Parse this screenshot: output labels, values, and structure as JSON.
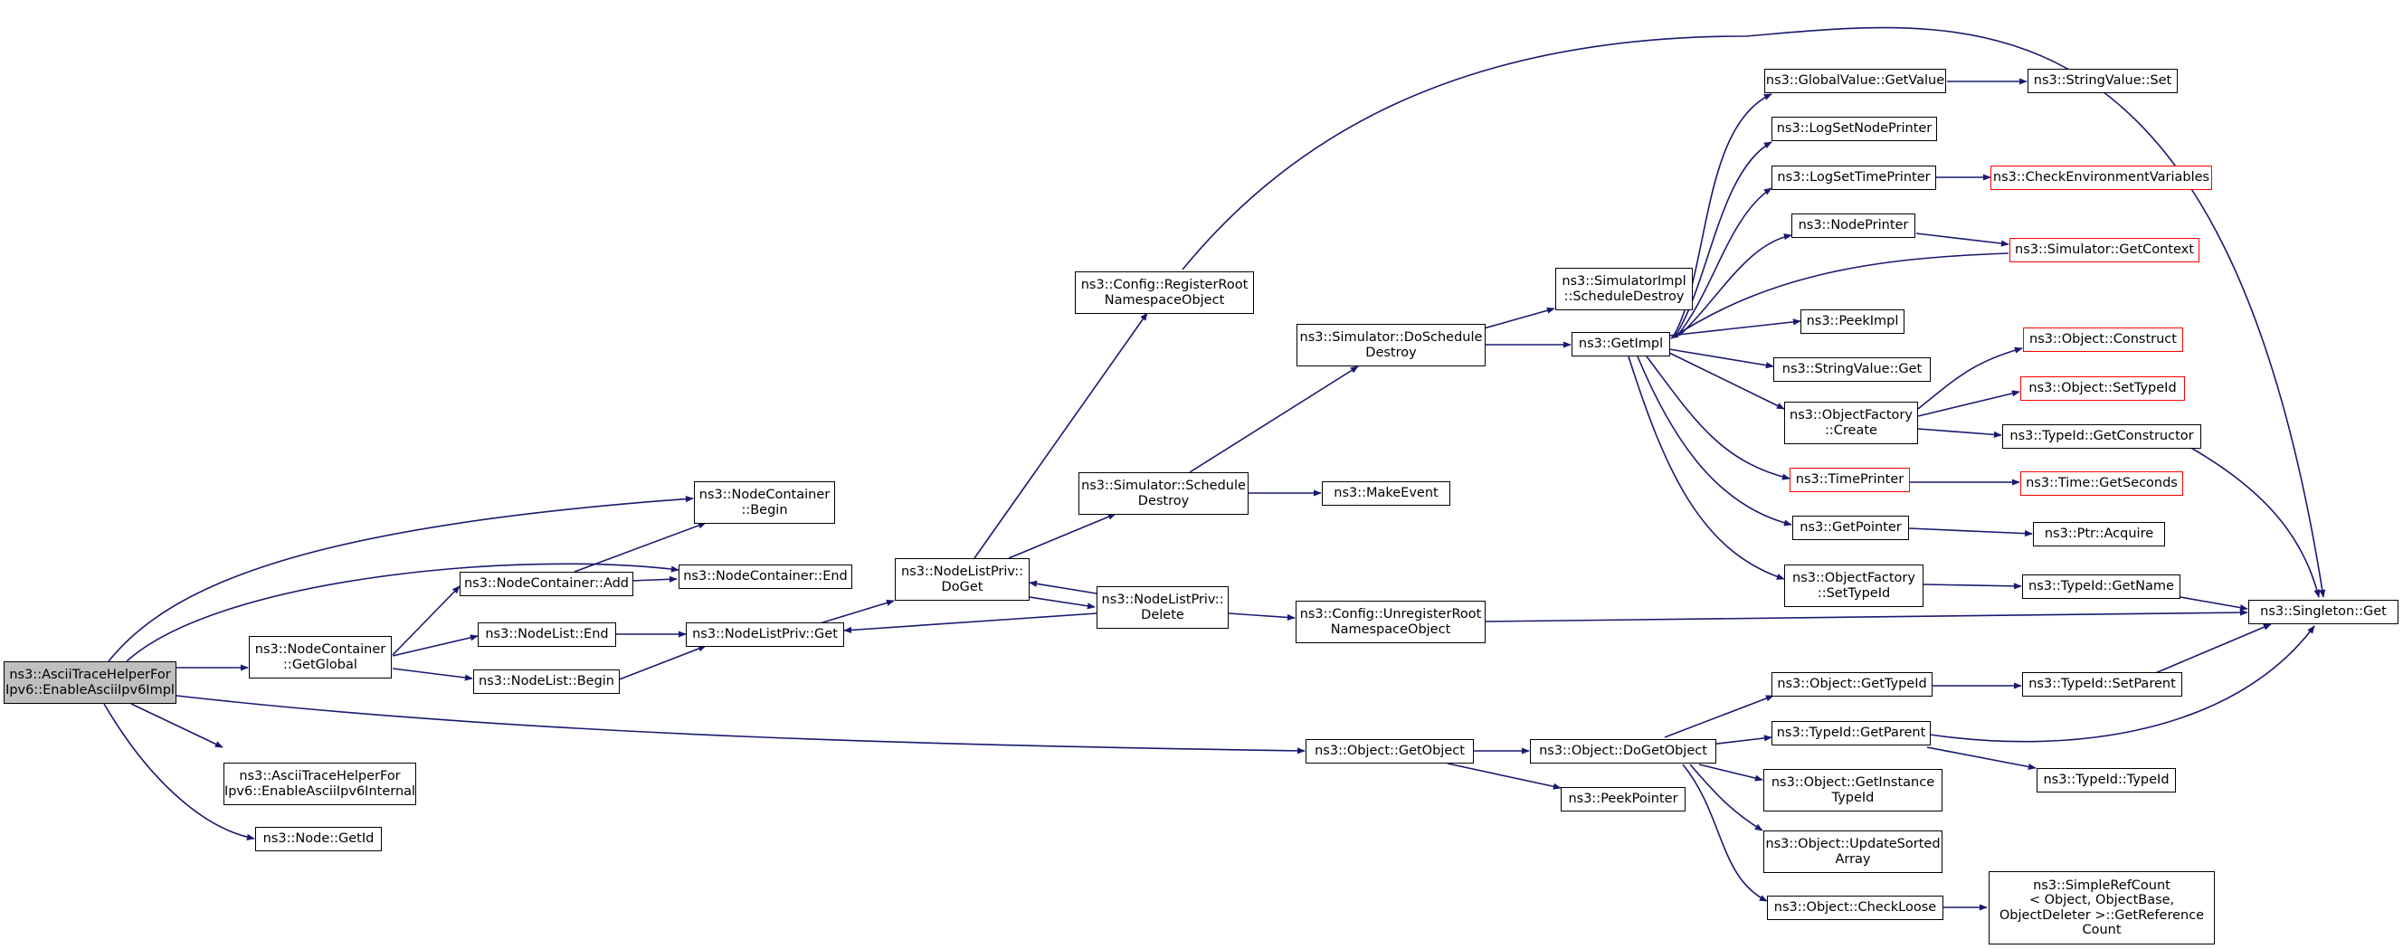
{
  "colors": {
    "edge": "#191970",
    "node_border": "#000000",
    "truncated_border": "#ff0000",
    "root_fill": "#bfbfbf"
  },
  "nodes": {
    "root": "ns3::AsciiTraceHelperFor\nIpv6::EnableAsciiIpv6Impl",
    "nc_begin": "ns3::NodeContainer\n::Begin",
    "nc_end": "ns3::NodeContainer::End",
    "nc_getglobal": "ns3::NodeContainer\n::GetGlobal",
    "nc_add": "ns3::NodeContainer::Add",
    "nl_end": "ns3::NodeList::End",
    "nl_begin": "ns3::NodeList::Begin",
    "nlp_get": "ns3::NodeListPriv::Get",
    "nlp_doget": "ns3::NodeListPriv::\nDoGet",
    "nlp_delete": "ns3::NodeListPriv::\nDelete",
    "cfg_register": "ns3::Config::RegisterRoot\nNamespaceObject",
    "cfg_unregister": "ns3::Config::UnregisterRoot\nNamespaceObject",
    "sim_schedule_destroy": "ns3::Simulator::Schedule\nDestroy",
    "sim_doschedule_destroy": "ns3::Simulator::DoSchedule\nDestroy",
    "make_event": "ns3::MakeEvent",
    "simimpl_schedule_destroy": "ns3::SimulatorImpl\n::ScheduleDestroy",
    "get_impl": "ns3::GetImpl",
    "gv_getvalue": "ns3::GlobalValue::GetValue",
    "log_node_printer": "ns3::LogSetNodePrinter",
    "log_time_printer": "ns3::LogSetTimePrinter",
    "node_printer": "ns3::NodePrinter",
    "peek_impl": "ns3::PeekImpl",
    "sv_get": "ns3::StringValue::Get",
    "of_create": "ns3::ObjectFactory\n::Create",
    "time_printer": "ns3::TimePrinter",
    "get_pointer": "ns3::GetPointer",
    "of_settypeid": "ns3::ObjectFactory\n::SetTypeId",
    "sv_set": "ns3::StringValue::Set",
    "check_env": "ns3::CheckEnvironmentVariables",
    "sim_getcontext": "ns3::Simulator::GetContext",
    "obj_construct": "ns3::Object::Construct",
    "obj_settypeid": "ns3::Object::SetTypeId",
    "typeid_getconstructor": "ns3::TypeId::GetConstructor",
    "time_getseconds": "ns3::Time::GetSeconds",
    "ptr_acquire": "ns3::Ptr::Acquire",
    "typeid_getname": "ns3::TypeId::GetName",
    "singleton_get": "ns3::Singleton::Get",
    "internal": "ns3::AsciiTraceHelperFor\nIpv6::EnableAsciiIpv6Internal",
    "node_getid": "ns3::Node::GetId",
    "obj_getobject": "ns3::Object::GetObject",
    "obj_dogetobject": "ns3::Object::DoGetObject",
    "peek_pointer": "ns3::PeekPointer",
    "obj_gettypeid": "ns3::Object::GetTypeId",
    "typeid_getparent": "ns3::TypeId::GetParent",
    "obj_getinstancetypeid": "ns3::Object::GetInstance\nTypeId",
    "obj_updatesortedarray": "ns3::Object::UpdateSorted\nArray",
    "obj_checkloose": "ns3::Object::CheckLoose",
    "typeid_setparent": "ns3::TypeId::SetParent",
    "typeid_typeid": "ns3::TypeId::TypeId",
    "simplerefcount": "ns3::SimpleRefCount\n< Object, ObjectBase,\n ObjectDeleter >::GetReference\nCount"
  }
}
